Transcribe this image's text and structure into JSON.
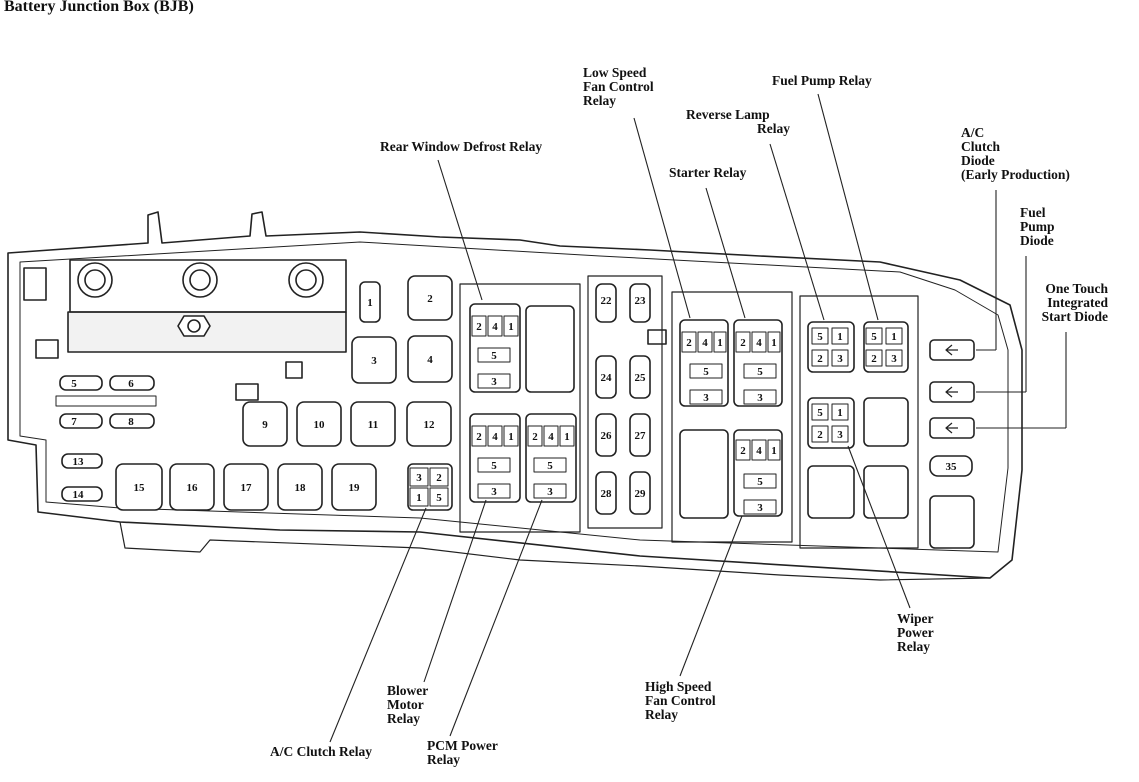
{
  "title": "Battery Junction Box (BJB)",
  "fuses": {
    "f1": "1",
    "f2": "2",
    "f3": "3",
    "f4": "4",
    "f5": "5",
    "f6": "6",
    "f7": "7",
    "f8": "8",
    "f9": "9",
    "f10": "10",
    "f11": "11",
    "f12": "12",
    "f13": "13",
    "f14": "14",
    "f15": "15",
    "f16": "16",
    "f17": "17",
    "f18": "18",
    "f19": "19",
    "f22": "22",
    "f23": "23",
    "f24": "24",
    "f25": "25",
    "f26": "26",
    "f27": "27",
    "f28": "28",
    "f29": "29",
    "f35": "35"
  },
  "pins": {
    "p1": "1",
    "p2": "2",
    "p3": "3",
    "p4": "4",
    "p5": "5"
  },
  "labels": {
    "low_speed_fan": [
      "Low Speed",
      "Fan Control",
      "Relay"
    ],
    "fuel_pump_relay": [
      "Fuel Pump Relay"
    ],
    "reverse_lamp": [
      "Reverse Lamp",
      "Relay"
    ],
    "rear_window_defrost": [
      "Rear Window Defrost Relay"
    ],
    "starter_relay": [
      "Starter Relay"
    ],
    "ac_clutch_diode": [
      "A/C",
      "Clutch",
      "Diode",
      "(Early Production)"
    ],
    "fuel_pump_diode": [
      "Fuel",
      "Pump",
      "Diode"
    ],
    "one_touch": [
      "One Touch",
      "Integrated",
      "Start Diode"
    ],
    "wiper_power": [
      "Wiper",
      "Power",
      "Relay"
    ],
    "blower_motor": [
      "Blower",
      "Motor",
      "Relay"
    ],
    "high_speed_fan": [
      "High Speed",
      "Fan Control",
      "Relay"
    ],
    "ac_clutch_relay": [
      "A/C Clutch Relay"
    ],
    "pcm_power": [
      "PCM Power",
      "Relay"
    ]
  }
}
